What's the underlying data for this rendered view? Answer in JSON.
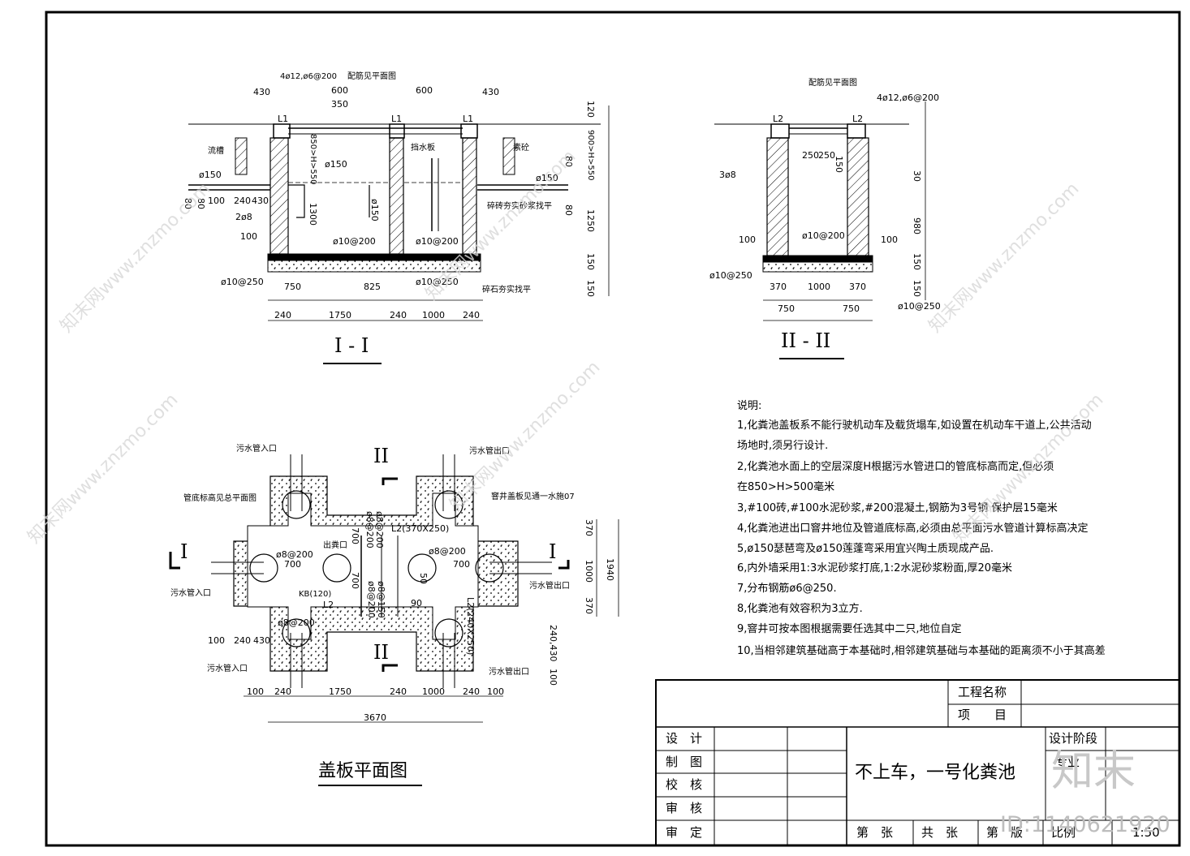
{
  "section1": {
    "title": "I - I",
    "labels": {
      "d1": "4ø12,ø6@200",
      "d2": "配筋见平面图",
      "d3": "430",
      "d4": "600",
      "d5": "600",
      "d6": "430",
      "d7": "350",
      "d8": "L1",
      "d9": "L1",
      "d10": "L1",
      "d11": "120",
      "d12": "850>H>550",
      "d13": "900>H>550",
      "d14": "流槽",
      "d15": "ø150",
      "d16": "ø150",
      "d17": "ø150",
      "d18": "ø150",
      "d19": "挡水板",
      "d20": "素砼",
      "d21": "80",
      "d22": "80",
      "d23": "100",
      "d24": "240",
      "d25": "430",
      "d26": "2ø8",
      "d27": "1300",
      "d28": "碎砖夯实砂浆找平",
      "d29": "80",
      "d30": "1250",
      "d31": "100",
      "d32": "ø10@200",
      "d33": "ø10@200",
      "d34": "150",
      "d35": "ø10@250",
      "d36": "ø10@250",
      "d37": "750",
      "d38": "825",
      "d39": "碎石夯实找平",
      "d40": "150",
      "d41": "240",
      "d42": "1750",
      "d43": "240",
      "d44": "1000",
      "d45": "240",
      "d46": "80"
    }
  },
  "section2": {
    "title": "II - II",
    "labels": {
      "e1": "配筋见平面图",
      "e2": "4ø12,ø6@200",
      "e3": "L2",
      "e4": "L2",
      "e5": "250",
      "e6": "250",
      "e7": "150",
      "e8": "3ø8",
      "e9": "30",
      "e10": "980",
      "e11": "100",
      "e12": "ø10@200",
      "e13": "100",
      "e14": "150",
      "e15": "ø10@250",
      "e16": "370",
      "e17": "1000",
      "e18": "370",
      "e19": "150",
      "e20": "750",
      "e21": "750",
      "e22": "ø10@250"
    }
  },
  "plan": {
    "title": "盖板平面图",
    "labels": {
      "p1": "污水管入口",
      "p2": "污水管出口",
      "p3": "管底标高见总平面图",
      "p4": "窨井盖板见通一水施07",
      "p5": "II",
      "p6": "II",
      "p7": "I",
      "p8": "I",
      "p9": "污水管入口",
      "p10": "污水管出口",
      "p11": "污水管入口",
      "p12": "污水管出口",
      "p13": "370",
      "p14": "1000",
      "p15": "370",
      "p16": "1940",
      "p17": "L2(370X250)",
      "p18": "L2(240X250)",
      "p19": "ø8@200",
      "p20": "ø8@200",
      "p21": "出粪口",
      "p22": "700",
      "p23": "700",
      "p24": "700",
      "p25": "700",
      "p26": "50",
      "p27": "90",
      "p28": "KB(120)",
      "p29": "L2",
      "p30": "ø8@200",
      "p31": "ø8@150",
      "p32": "100",
      "p33": "240",
      "p34": "430",
      "p35": "240,430",
      "p36": "100",
      "p37": "100",
      "p38": "240",
      "p39": "1750",
      "p40": "240",
      "p41": "1000",
      "p42": "240",
      "p43": "100",
      "p44": "3670",
      "p45": "ø8@200",
      "p46": "ø8@200",
      "p47": "ø8@200"
    }
  },
  "notes": {
    "heading": "说明:",
    "items": [
      "1,化粪池盖板系不能行驶机动车及载货塌车,如设置在机动车干道上,公共活动",
      "场地时,须另行设计.",
      "2,化粪池水面上的空层深度H根据污水管进口的管底标高而定,但必须",
      "在850>H>500毫米",
      "3,#100砖,#100水泥砂浆,#200混凝土,钢筋为3号钢 保护层15毫米",
      "4,化粪池进出口窨井地位及管道底标高,必须由总平面污水管道计算标高决定",
      "5,ø150瑟琶弯及ø150莲蓬弯采用宜兴陶土质现成产品.",
      "6,内外墙采用1:3水泥砂浆打底,1:2水泥砂浆粉面,厚20毫米",
      "7,分布钢筋ø6@250.",
      "8,化粪池有效容积为3立方.",
      "9,窨井可按本图根据需要任选其中二只,地位自定",
      "10,当相邻建筑基础高于本基础时,相邻建筑基础与本基础的距离须不小于其高差"
    ]
  },
  "titleblock": {
    "project_name": "工程名称",
    "item": "项　　目",
    "design": "设　计",
    "draw": "制　图",
    "check": "校　核",
    "review": "审　核",
    "approve": "审　定",
    "drawing_title": "不上车，一号化粪池",
    "stage": "设计阶段",
    "major": "专业",
    "sheet": "第　张",
    "total": "共　张",
    "edition": "第　版",
    "scale": "比例",
    "scale_value": "1:50",
    "watermark_id": "ID:1140621920",
    "logo": "知末"
  },
  "watermark_text": "知末网www.znzmo.com"
}
